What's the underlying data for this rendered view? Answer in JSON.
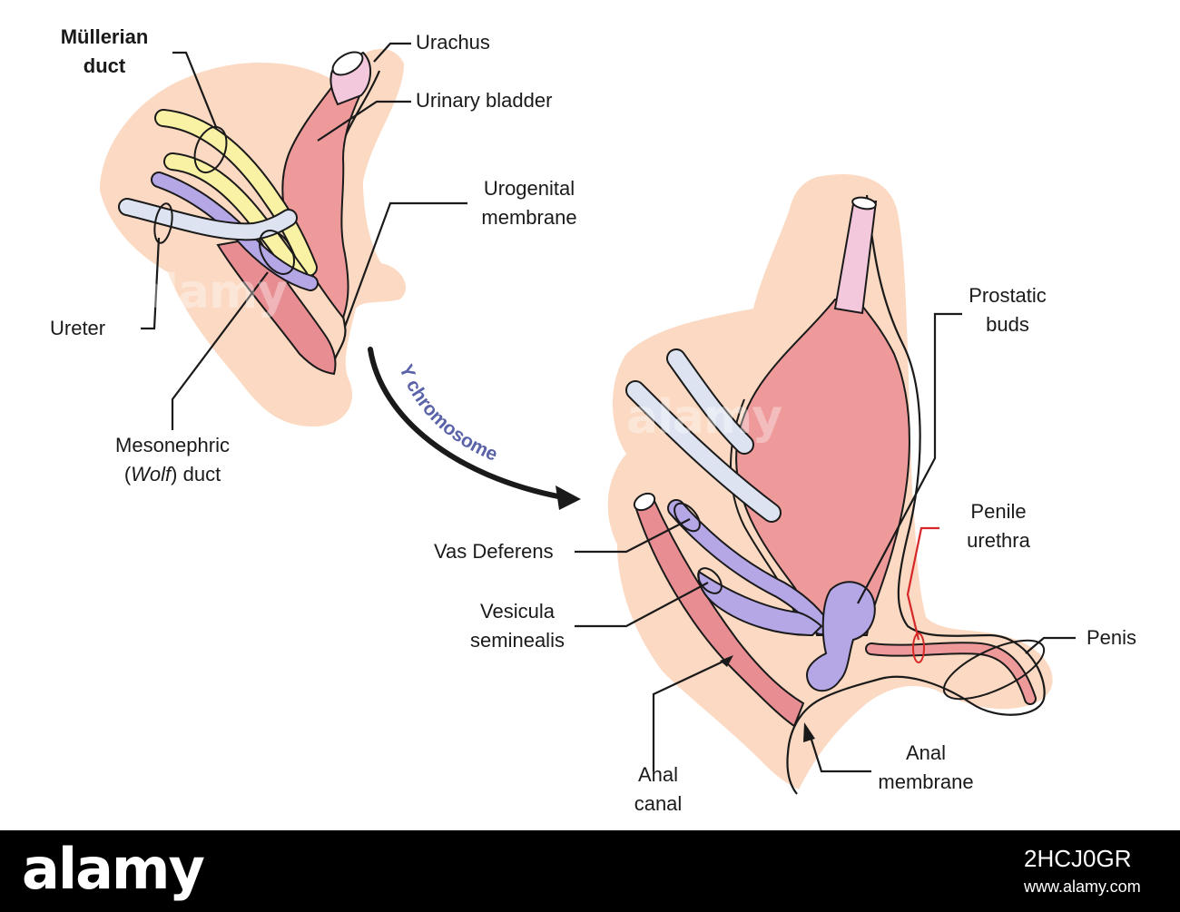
{
  "labels": {
    "mullerian_1": "Müllerian",
    "mullerian_2": "duct",
    "urachus": "Urachus",
    "urinary_bladder": "Urinary bladder",
    "urogenital_1": "Urogenital",
    "urogenital_2": "membrane",
    "ureter": "Ureter",
    "mesonephric_1": "Mesonephric",
    "mesonephric_open": "(",
    "mesonephric_wolf": "Wolf",
    "mesonephric_close": ") ",
    "mesonephric_duct": "duct",
    "y_chromosome": "Y chromosome",
    "prostatic_1": "Prostatic",
    "prostatic_2": "buds",
    "penile_1": "Penile",
    "penile_2": "urethra",
    "vas_deferens": "Vas Deferens",
    "vesicula_1": "Vesicula",
    "vesicula_2": "seminealis",
    "penis": "Penis",
    "anal_canal_1": "Anal",
    "anal_canal_2": "canal",
    "anal_membrane_1": "Anal",
    "anal_membrane_2": "membrane"
  },
  "watermark": "alamy",
  "footer": {
    "logo": "alamy",
    "image_id": "2HCJ0GR",
    "site": "www.alamy.com"
  },
  "colors": {
    "background": "#ffffff",
    "tissue": "#fbd9c2",
    "bladder": "#ef9a9a",
    "bladder_dark": "#e57f83",
    "mullerian": "#f9f2a4",
    "mesonephric": "#b5a6e6",
    "ureter": "#dde3f0",
    "urachus": "#f3c8dc",
    "arrow_text": "#5a63a8",
    "penile_leader": "#d62828",
    "footer": "#000000"
  }
}
